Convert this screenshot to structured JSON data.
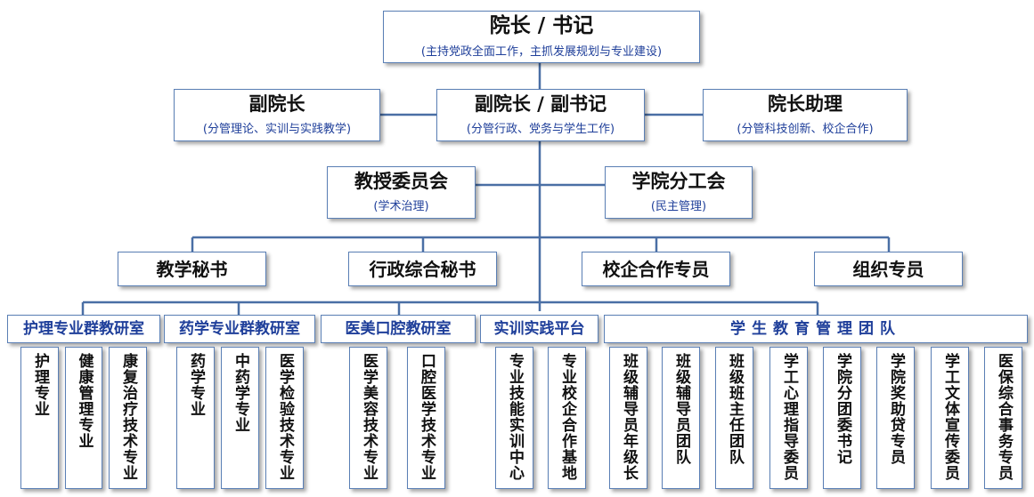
{
  "top": {
    "title": "院长 / 书记",
    "sub": "(主持党政全面工作，主抓发展规划与专业建设)"
  },
  "row2": [
    {
      "title": "副院长",
      "sub": "(分管理论、实训与实践教学)"
    },
    {
      "title": "副院长 / 副书记",
      "sub": "(分管行政、党务与学生工作)"
    },
    {
      "title": "院长助理",
      "sub": "(分管科技创新、校企合作)"
    }
  ],
  "row3": [
    {
      "title": "教授委员会",
      "sub": "(学术治理)"
    },
    {
      "title": "学院分工会",
      "sub": "(民主管理)"
    }
  ],
  "row4": [
    "教学秘书",
    "行政综合秘书",
    "校企合作专员",
    "组织专员"
  ],
  "groups": [
    {
      "title": "护理专业群教研室",
      "items": [
        "护理专业",
        "健康管理专业",
        "康复治疗技术专业"
      ]
    },
    {
      "title": "药学专业群教研室",
      "items": [
        "药学专业",
        "中药学专业",
        "医学检验技术专业"
      ]
    },
    {
      "title": "医美口腔教研室",
      "items": [
        "医学美容技术专业",
        "口腔医学技术专业"
      ]
    },
    {
      "title": "实训实践平台",
      "items": [
        "专业技能实训中心",
        "专业校企合作基地"
      ]
    },
    {
      "title": "学生教育管理团队",
      "items": [
        "班级辅导员年级长",
        "班级辅导员团队",
        "班级班主任团队",
        "学工心理指导委员",
        "学院分团委书记",
        "学院奖助贷专员",
        "学工文体宣传委员",
        "医保综合事务专员"
      ]
    }
  ],
  "colors": {
    "line": "#4a6fa5",
    "border": "#5a7fb5",
    "subtext": "#1f3f9a"
  }
}
